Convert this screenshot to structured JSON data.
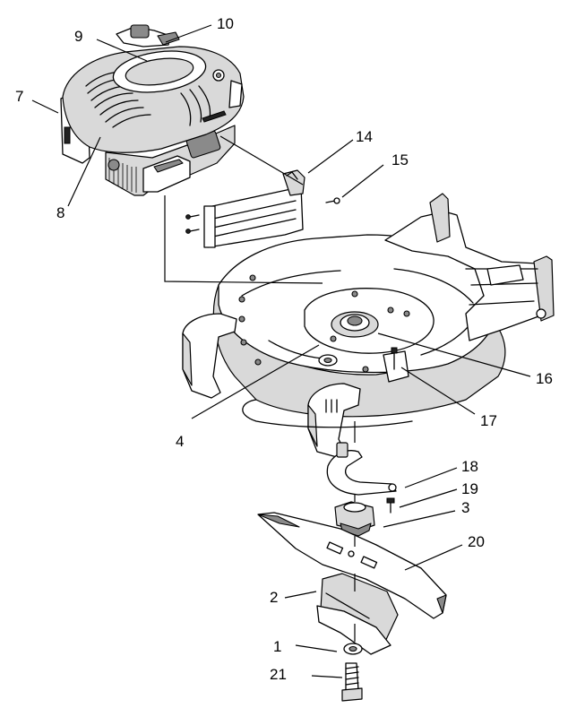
{
  "diagram": {
    "callouts": [
      {
        "id": "c1",
        "label": "1"
      },
      {
        "id": "c2",
        "label": "2"
      },
      {
        "id": "c3",
        "label": "3"
      },
      {
        "id": "c4",
        "label": "4"
      },
      {
        "id": "c7",
        "label": "7"
      },
      {
        "id": "c8",
        "label": "8"
      },
      {
        "id": "c9",
        "label": "9"
      },
      {
        "id": "c10",
        "label": "10"
      },
      {
        "id": "c14",
        "label": "14"
      },
      {
        "id": "c15",
        "label": "15"
      },
      {
        "id": "c16",
        "label": "16"
      },
      {
        "id": "c17",
        "label": "17"
      },
      {
        "id": "c18",
        "label": "18"
      },
      {
        "id": "c19",
        "label": "19"
      },
      {
        "id": "c20",
        "label": "20"
      },
      {
        "id": "c21",
        "label": "21"
      }
    ]
  }
}
